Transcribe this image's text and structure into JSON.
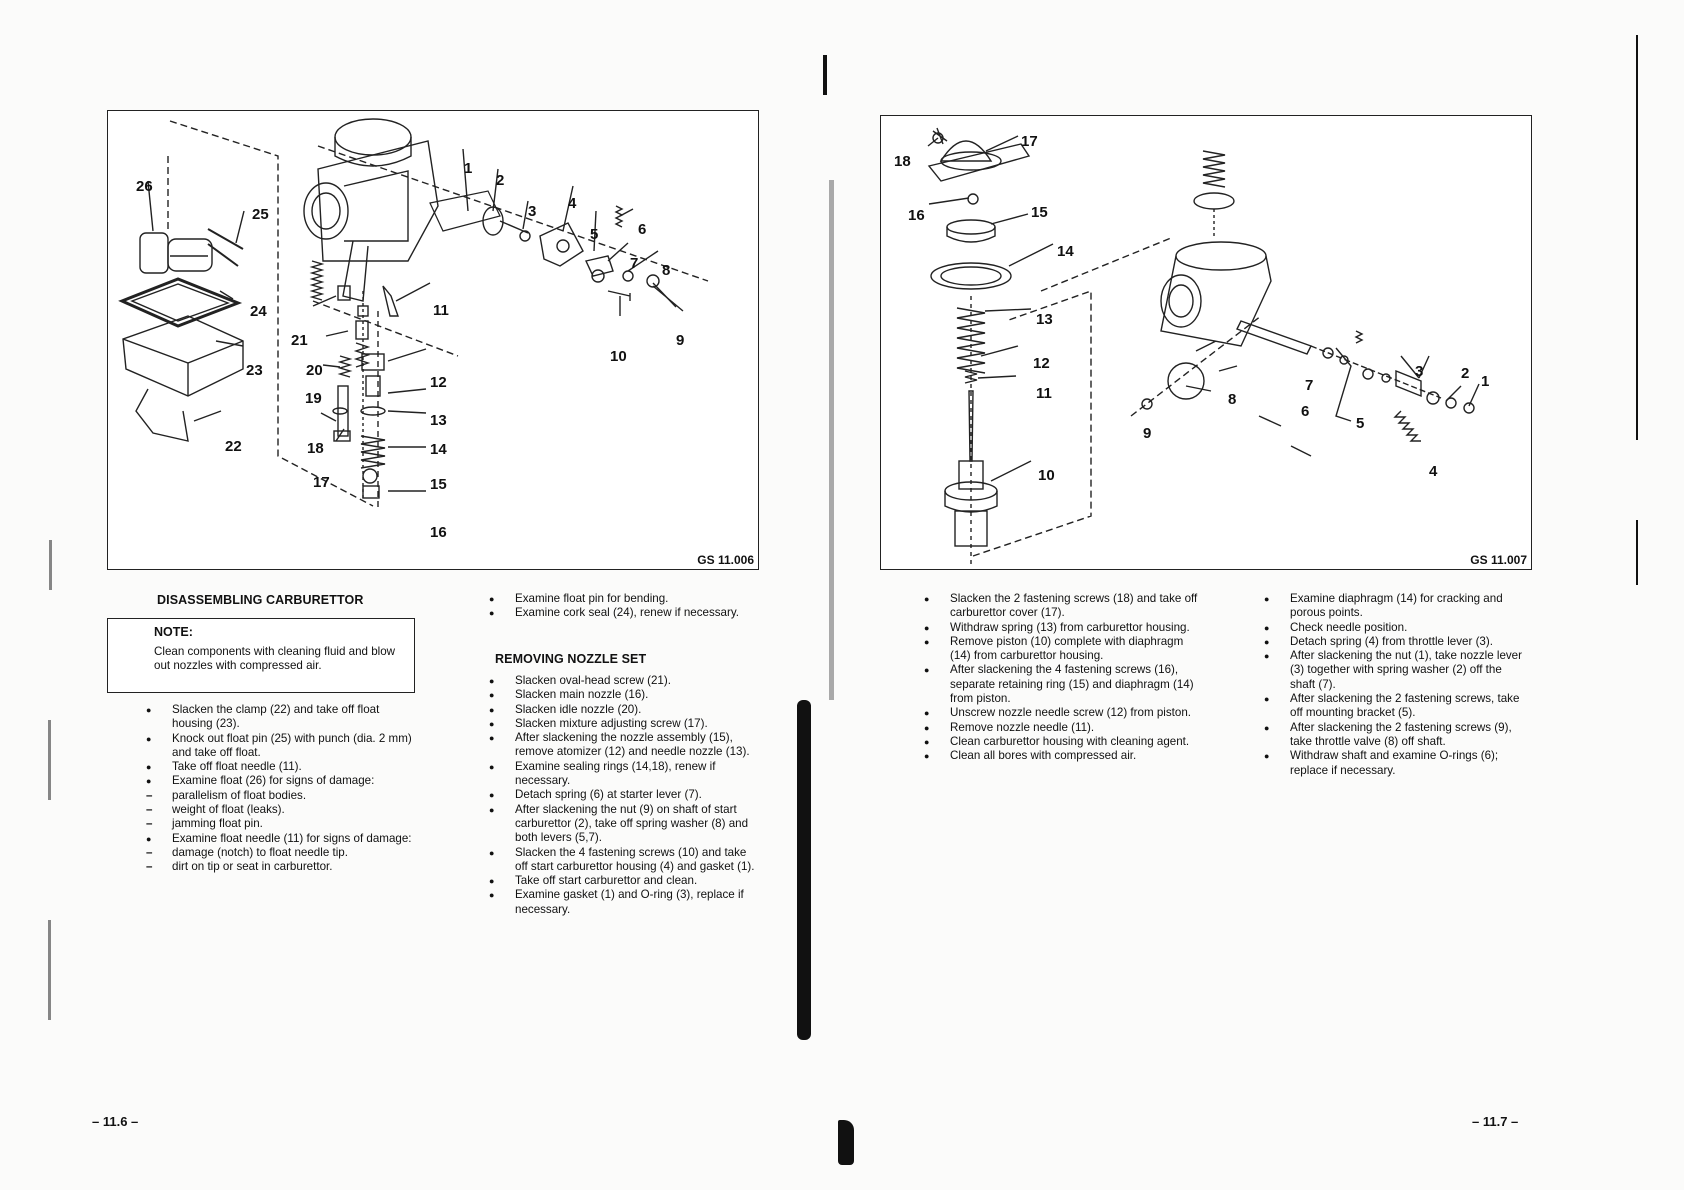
{
  "left_page": {
    "figure": {
      "code": "GS 11.006",
      "callouts": [
        "1",
        "2",
        "3",
        "4",
        "5",
        "6",
        "7",
        "8",
        "9",
        "10",
        "11",
        "12",
        "13",
        "14",
        "15",
        "16",
        "17",
        "18",
        "19",
        "20",
        "21",
        "22",
        "23",
        "24",
        "25",
        "26"
      ]
    },
    "section_title": "DISASSEMBLING CARBURETTOR",
    "note": {
      "title": "NOTE:",
      "text": "Clean components with cleaning fluid and blow out nozzles with compressed air."
    },
    "col1_items": [
      {
        "m": "b",
        "t": "Slacken the clamp (22) and take off float housing (23)."
      },
      {
        "m": "b",
        "t": "Knock out float pin (25) with punch (dia. 2 mm) and take off float."
      },
      {
        "m": "b",
        "t": "Take off float needle (11)."
      },
      {
        "m": "b",
        "t": "Examine float (26) for signs of damage:"
      },
      {
        "m": "d",
        "t": "parallelism of float bodies."
      },
      {
        "m": "d",
        "t": "weight of float (leaks)."
      },
      {
        "m": "d",
        "t": "jamming float pin."
      },
      {
        "m": "b",
        "t": "Examine float needle (11) for signs of damage:"
      },
      {
        "m": "d",
        "t": "damage (notch) to float needle tip."
      },
      {
        "m": "d",
        "t": "dirt on tip or seat in carburettor."
      }
    ],
    "col2_top_items": [
      {
        "m": "b",
        "t": "Examine float pin for bending."
      },
      {
        "m": "b",
        "t": "Examine cork seal (24), renew if necessary."
      }
    ],
    "nozzle_title": "REMOVING NOZZLE SET",
    "col2_items": [
      {
        "m": "b",
        "t": "Slacken oval-head screw (21)."
      },
      {
        "m": "b",
        "t": "Slacken main nozzle (16)."
      },
      {
        "m": "b",
        "t": "Slacken idle nozzle (20)."
      },
      {
        "m": "b",
        "t": "Slacken mixture adjusting screw (17)."
      },
      {
        "m": "b",
        "t": "After slackening the nozzle assembly (15), remove atomizer (12) and needle nozzle (13)."
      },
      {
        "m": "b",
        "t": "Examine sealing rings (14,18), renew if necessary."
      },
      {
        "m": "b",
        "t": "Detach spring (6) at starter lever (7)."
      },
      {
        "m": "b",
        "t": "After slackening the nut (9) on shaft of start carburettor (2), take off spring washer (8) and both levers (5,7)."
      },
      {
        "m": "b",
        "t": "Slacken the 4 fastening screws (10) and take off start carburettor housing (4) and gasket (1)."
      },
      {
        "m": "b",
        "t": "Take off start carburettor and clean."
      },
      {
        "m": "b",
        "t": "Examine gasket (1) and O-ring (3), replace if necessary."
      }
    ],
    "page_number": "– 11.6 –"
  },
  "right_page": {
    "figure": {
      "code": "GS 11.007",
      "callouts": [
        "1",
        "2",
        "3",
        "4",
        "5",
        "6",
        "7",
        "8",
        "9",
        "10",
        "11",
        "12",
        "13",
        "14",
        "15",
        "16",
        "17",
        "18"
      ]
    },
    "col1_items": [
      {
        "m": "b",
        "t": "Slacken the 2 fastening screws (18) and take off carburettor cover (17)."
      },
      {
        "m": "b",
        "t": "Withdraw spring (13) from carburettor housing."
      },
      {
        "m": "b",
        "t": "Remove piston (10) complete with diaphragm (14) from carburettor housing."
      },
      {
        "m": "b",
        "t": "After slackening the 4 fastening screws (16), separate retaining ring (15) and diaphragm (14) from piston."
      },
      {
        "m": "b",
        "t": "Unscrew nozzle needle screw (12) from piston."
      },
      {
        "m": "b",
        "t": "Remove nozzle needle (11)."
      },
      {
        "m": "b",
        "t": "Clean carburettor housing with cleaning agent."
      },
      {
        "m": "b",
        "t": "Clean all bores with compressed air."
      }
    ],
    "col2_items": [
      {
        "m": "b",
        "t": "Examine diaphragm (14) for cracking and porous points."
      },
      {
        "m": "b",
        "t": "Check needle position."
      },
      {
        "m": "b",
        "t": "Detach spring (4) from throttle lever (3)."
      },
      {
        "m": "b",
        "t": "After slackening the nut (1), take nozzle lever (3) together with spring washer (2) off the shaft (7)."
      },
      {
        "m": "b",
        "t": "After slackening the 2 fastening screws, take off mounting bracket (5)."
      },
      {
        "m": "b",
        "t": "After slackening the 2 fastening screws (9), take throttle valve (8) off shaft."
      },
      {
        "m": "b",
        "t": "Withdraw shaft and examine O-rings (6); replace if necessary."
      }
    ],
    "page_number": "– 11.7 –"
  }
}
